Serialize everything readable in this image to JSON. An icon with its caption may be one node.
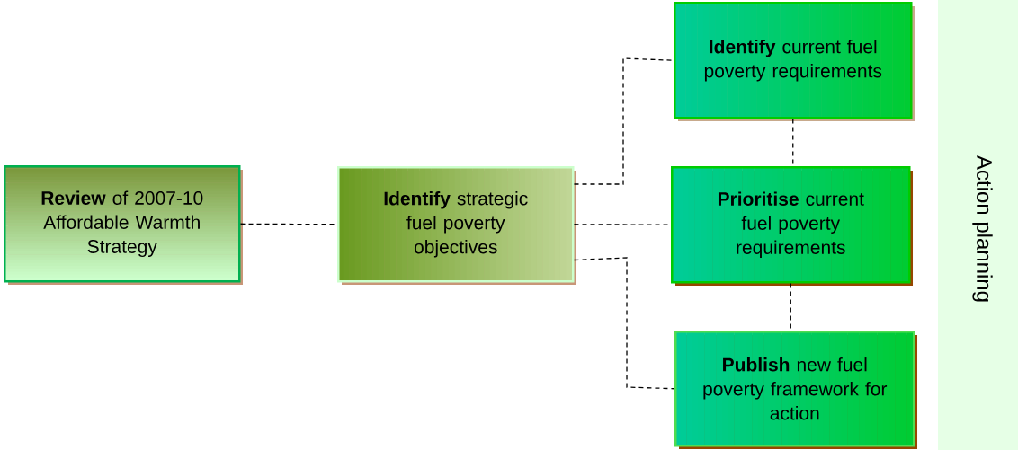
{
  "diagram": {
    "nodes": [
      {
        "text": [
          "**Review** of 2007-10 Affordable Warmth Strategy"
        ]
      },
      {
        "text": [
          "**Identify** strategic fuel poverty objectives"
        ]
      },
      {
        "text": [
          "**Identify** current fuel poverty requirements"
        ]
      },
      {
        "text": [
          "**Prioritise** current fuel poverty requirements"
        ]
      },
      {
        "text": [
          "**Publish** new fuel poverty framework for action"
        ]
      },
      {
        "text": [
          "Action planning"
        ]
      }
    ],
    "edges": [
      {
        "from": 0,
        "to": 1,
        "arrow": "none",
        "style": "dashed"
      },
      {
        "from": 1,
        "to": 2,
        "arrow": "none",
        "style": "dashed"
      },
      {
        "from": 1,
        "to": 3,
        "arrow": "none",
        "style": "dashed"
      },
      {
        "from": 1,
        "to": 4,
        "arrow": "none",
        "style": "dashed"
      },
      {
        "from": 2,
        "to": 3,
        "arrow": "none",
        "style": "dashed"
      },
      {
        "from": 3,
        "to": 4,
        "arrow": "none",
        "style": "dashed"
      }
    ]
  }
}
